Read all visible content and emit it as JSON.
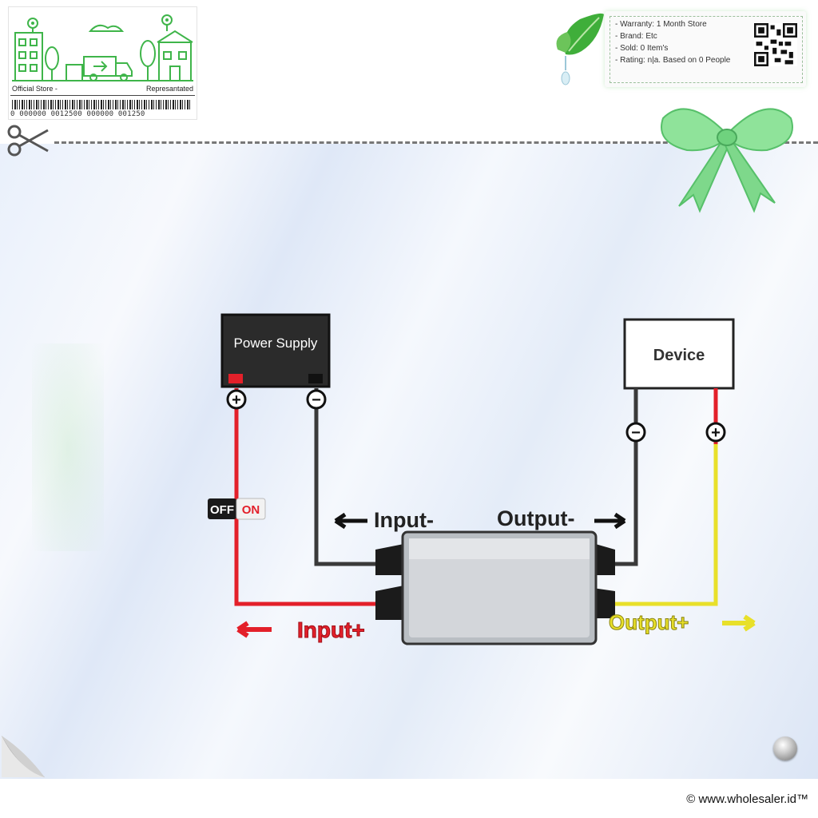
{
  "store": {
    "left_label": "Official Store -",
    "right_label": "Represantated",
    "barcode_number": "0  000000  0012500  000000  001250"
  },
  "info": {
    "warranty": "- Warranty: 1 Month Store",
    "brand": "- Brand: Etc",
    "sold": "- Sold: 0 Item's",
    "rating": "- Rating: n|a. Based on 0 People"
  },
  "diagram": {
    "power_supply_label": "Power Supply",
    "device_label": "Device",
    "off_label": "OFF",
    "on_label": "ON",
    "input_minus_label": "Input-",
    "output_minus_label": "Output-",
    "input_plus_label": "Input+",
    "output_plus_label": "Output+",
    "plus_symbol": "+",
    "minus_symbol": "−",
    "colors": {
      "positive_in": "#e3202a",
      "negative": "#333333",
      "positive_out": "#e8e02a",
      "switch_on": "#e3202a"
    }
  },
  "footer": {
    "copyright": "© www.wholesaler.id™"
  },
  "icons": [
    "scissors-icon",
    "leaf-icon",
    "bow-icon",
    "qr-code-icon",
    "page-curl-icon",
    "knob-icon",
    "city-illustration-icon"
  ]
}
